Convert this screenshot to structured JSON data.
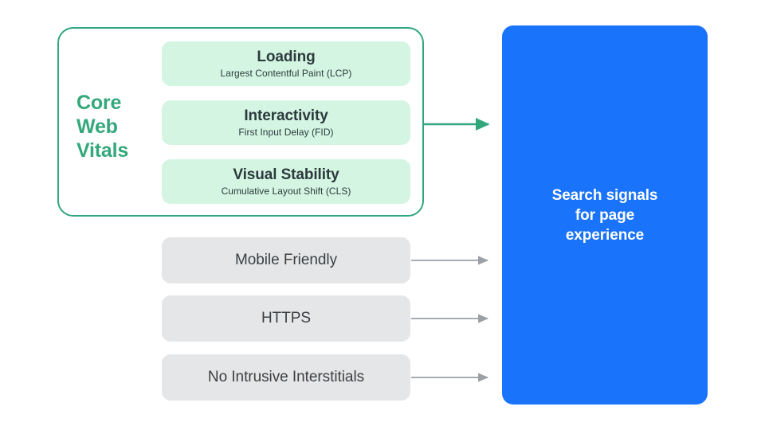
{
  "diagram": {
    "title": "Search signals for page experience",
    "background_color": "#FFFFFF",
    "colors": {
      "green_accent": "#34A87C",
      "green_border": "#2FA77B",
      "green_card_fill": "#D5F5E3",
      "gray_card_fill": "#E5E6E8",
      "gray_arrow": "#9AA0A6",
      "blue_panel": "#1A73FB",
      "dark_text": "#2B3A3C",
      "gray_text": "#3C4043",
      "white_text": "#FFFFFF"
    }
  },
  "core_web_vitals": {
    "group_label": "Core\nWeb\nVitals",
    "group_label_lines": [
      "Core",
      "Web",
      "Vitals"
    ],
    "metrics": [
      {
        "title": "Loading",
        "subtitle": "Largest Contentful Paint (LCP)",
        "abbreviation": "LCP"
      },
      {
        "title": "Interactivity",
        "subtitle": "First Input Delay (FID)",
        "abbreviation": "FID"
      },
      {
        "title": "Visual Stability",
        "subtitle": "Cumulative Layout Shift (CLS)",
        "abbreviation": "CLS"
      }
    ]
  },
  "other_signals": [
    {
      "label": "Mobile Friendly"
    },
    {
      "label": "HTTPS"
    },
    {
      "label": "No Intrusive Interstitials"
    }
  ],
  "destination": {
    "label": "Search signals\nfor page\nexperience",
    "label_lines": [
      "Search signals",
      "for page",
      "experience"
    ]
  },
  "arrows": [
    {
      "name": "core-web-vitals-arrow",
      "color": "#2FA77B",
      "from": "core-web-vitals-group",
      "to": "search-signals-panel"
    },
    {
      "name": "mobile-friendly-arrow",
      "color": "#9AA0A6",
      "from": "mobile-friendly-card",
      "to": "search-signals-panel"
    },
    {
      "name": "https-arrow",
      "color": "#9AA0A6",
      "from": "https-card",
      "to": "search-signals-panel"
    },
    {
      "name": "no-intrusive-interstitials-arrow",
      "color": "#9AA0A6",
      "from": "no-intrusive-interstitials-card",
      "to": "search-signals-panel"
    }
  ]
}
